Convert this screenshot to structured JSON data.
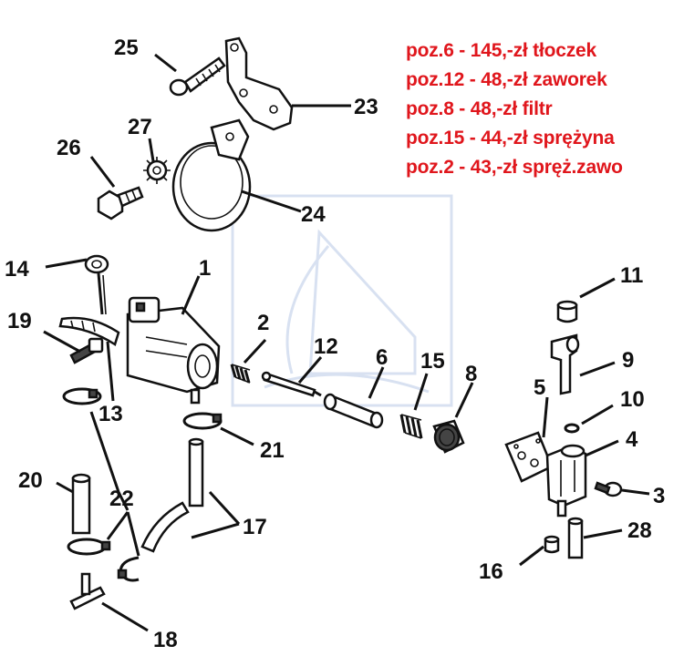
{
  "prices": [
    "poz.6 - 145,-zł tłoczek",
    "poz.12 - 48,-zł zaworek",
    "poz.8 - 48,-zł filtr",
    "poz.15 - 44,-zł sprężyna",
    "poz.2 - 43,-zł spręż.zawo"
  ],
  "callouts": {
    "n25": "25",
    "n23": "23",
    "n27": "27",
    "n26": "26",
    "n24": "24",
    "n14": "14",
    "n1": "1",
    "n19": "19",
    "n13": "13",
    "n2": "2",
    "n12": "12",
    "n6": "6",
    "n15": "15",
    "n8": "8",
    "n11": "11",
    "n9": "9",
    "n5": "5",
    "n10": "10",
    "n4": "4",
    "n3": "3",
    "n21": "21",
    "n20": "20",
    "n22": "22",
    "n17": "17",
    "n28": "28",
    "n16": "16",
    "n18": "18"
  },
  "colors": {
    "price_text": "#e0161c",
    "line_art": "#111111",
    "watermark": "#b9c9e6"
  }
}
